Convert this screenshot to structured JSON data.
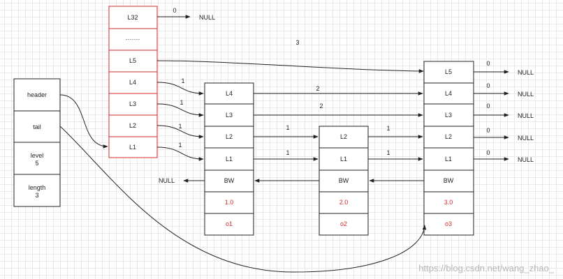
{
  "colors": {
    "line": "#222222",
    "red": "#d62828"
  },
  "header_node": {
    "header": "header",
    "tail": "tail",
    "level_label": "level",
    "level_value": "5",
    "length_label": "length",
    "length_value": "3"
  },
  "header_levels": [
    "L32",
    "·······",
    "L5",
    "L4",
    "L3",
    "L2",
    "L1"
  ],
  "node_a": {
    "levels": [
      "L4",
      "L3",
      "L2",
      "L1"
    ],
    "backward": "BW",
    "score": "1.0",
    "obj": "o1"
  },
  "node_b": {
    "levels": [
      "L2",
      "L1"
    ],
    "backward": "BW",
    "score": "2.0",
    "obj": "o2"
  },
  "node_c": {
    "levels": [
      "L5",
      "L4",
      "L3",
      "L2",
      "L1"
    ],
    "backward": "BW",
    "score": "3.0",
    "obj": "o3"
  },
  "spans": {
    "h_l32": "0",
    "h_l5": "3",
    "h_l4": "1",
    "h_l3": "1",
    "h_l2": "1",
    "h_l1": "1",
    "a_l4": "2",
    "a_l3": "2",
    "a_l2": "1",
    "a_l1": "1",
    "b_l2": "1",
    "b_l1": "1",
    "c_l5": "0",
    "c_l4": "0",
    "c_l3": "0",
    "c_l2": "0",
    "c_l1": "0"
  },
  "null_label": "NULL",
  "watermark": "https://blog.csdn.net/wang_zhao_"
}
